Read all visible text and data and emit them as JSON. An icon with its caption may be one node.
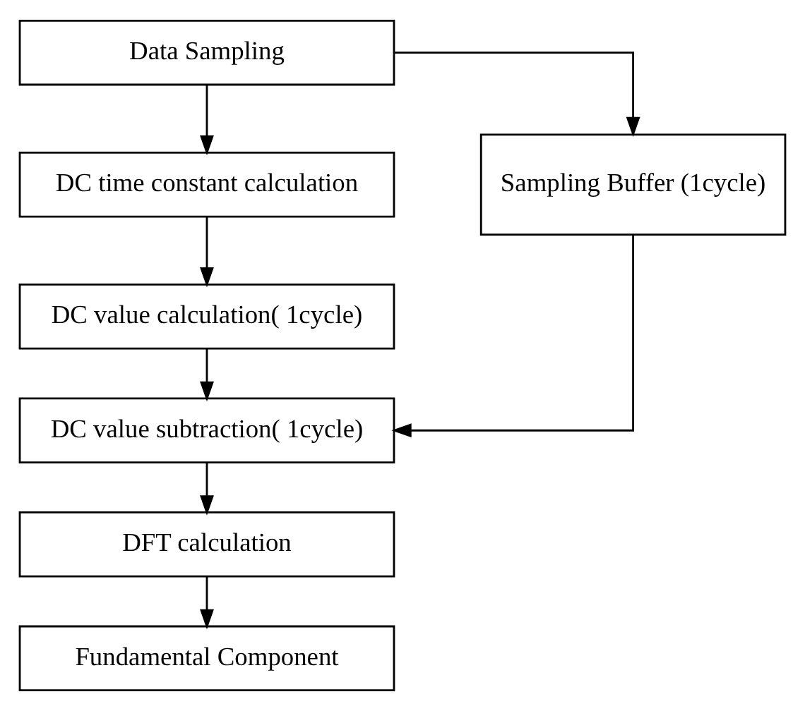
{
  "diagram": {
    "nodes": [
      {
        "text": [
          "Data Sampling"
        ]
      },
      {
        "text": [
          "DC time constant calculation"
        ]
      },
      {
        "text": [
          "Sampling Buffer (1cycle)"
        ]
      },
      {
        "text": [
          "DC value calculation( 1cycle)"
        ]
      },
      {
        "text": [
          "DC value subtraction( 1cycle)"
        ]
      },
      {
        "text": [
          "DFT calculation"
        ]
      },
      {
        "text": [
          "Fundamental Component"
        ]
      }
    ],
    "edges": [
      {
        "from": 0,
        "to": 1,
        "arrow": "to"
      },
      {
        "from": 0,
        "to": 2,
        "arrow": "to"
      },
      {
        "from": 1,
        "to": 3,
        "arrow": "to"
      },
      {
        "from": 3,
        "to": 4,
        "arrow": "to"
      },
      {
        "from": 2,
        "to": 4,
        "arrow": "to"
      },
      {
        "from": 4,
        "to": 5,
        "arrow": "to"
      },
      {
        "from": 5,
        "to": 6,
        "arrow": "to"
      }
    ]
  }
}
